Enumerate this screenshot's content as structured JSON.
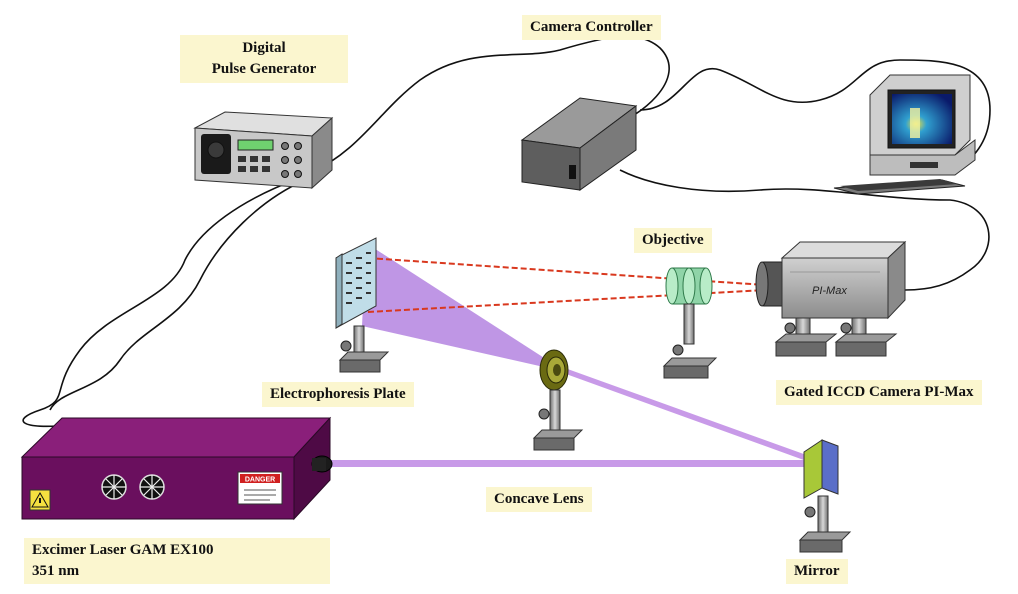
{
  "labels": {
    "camera_controller": "Camera Controller",
    "pulse_generator": [
      "Digital",
      "Pulse Generator"
    ],
    "objective": "Objective",
    "electrophoresis_plate": "Electrophoresis Plate",
    "gated_iccd": "Gated ICCD Camera PI-Max",
    "concave_lens": "Concave Lens",
    "excimer_laser": [
      "Excimer Laser GAM EX100",
      "351 nm"
    ],
    "mirror": "Mirror"
  },
  "device_text": {
    "camera_brand": "PI-Max",
    "laser_warning": "DANGER"
  },
  "colors": {
    "label_bg": "#fbf6cf",
    "laser_beam": "#c89ae8",
    "beam_red": "#d9381e",
    "laser_body": "#6a0f5e",
    "cable": "#111111"
  }
}
